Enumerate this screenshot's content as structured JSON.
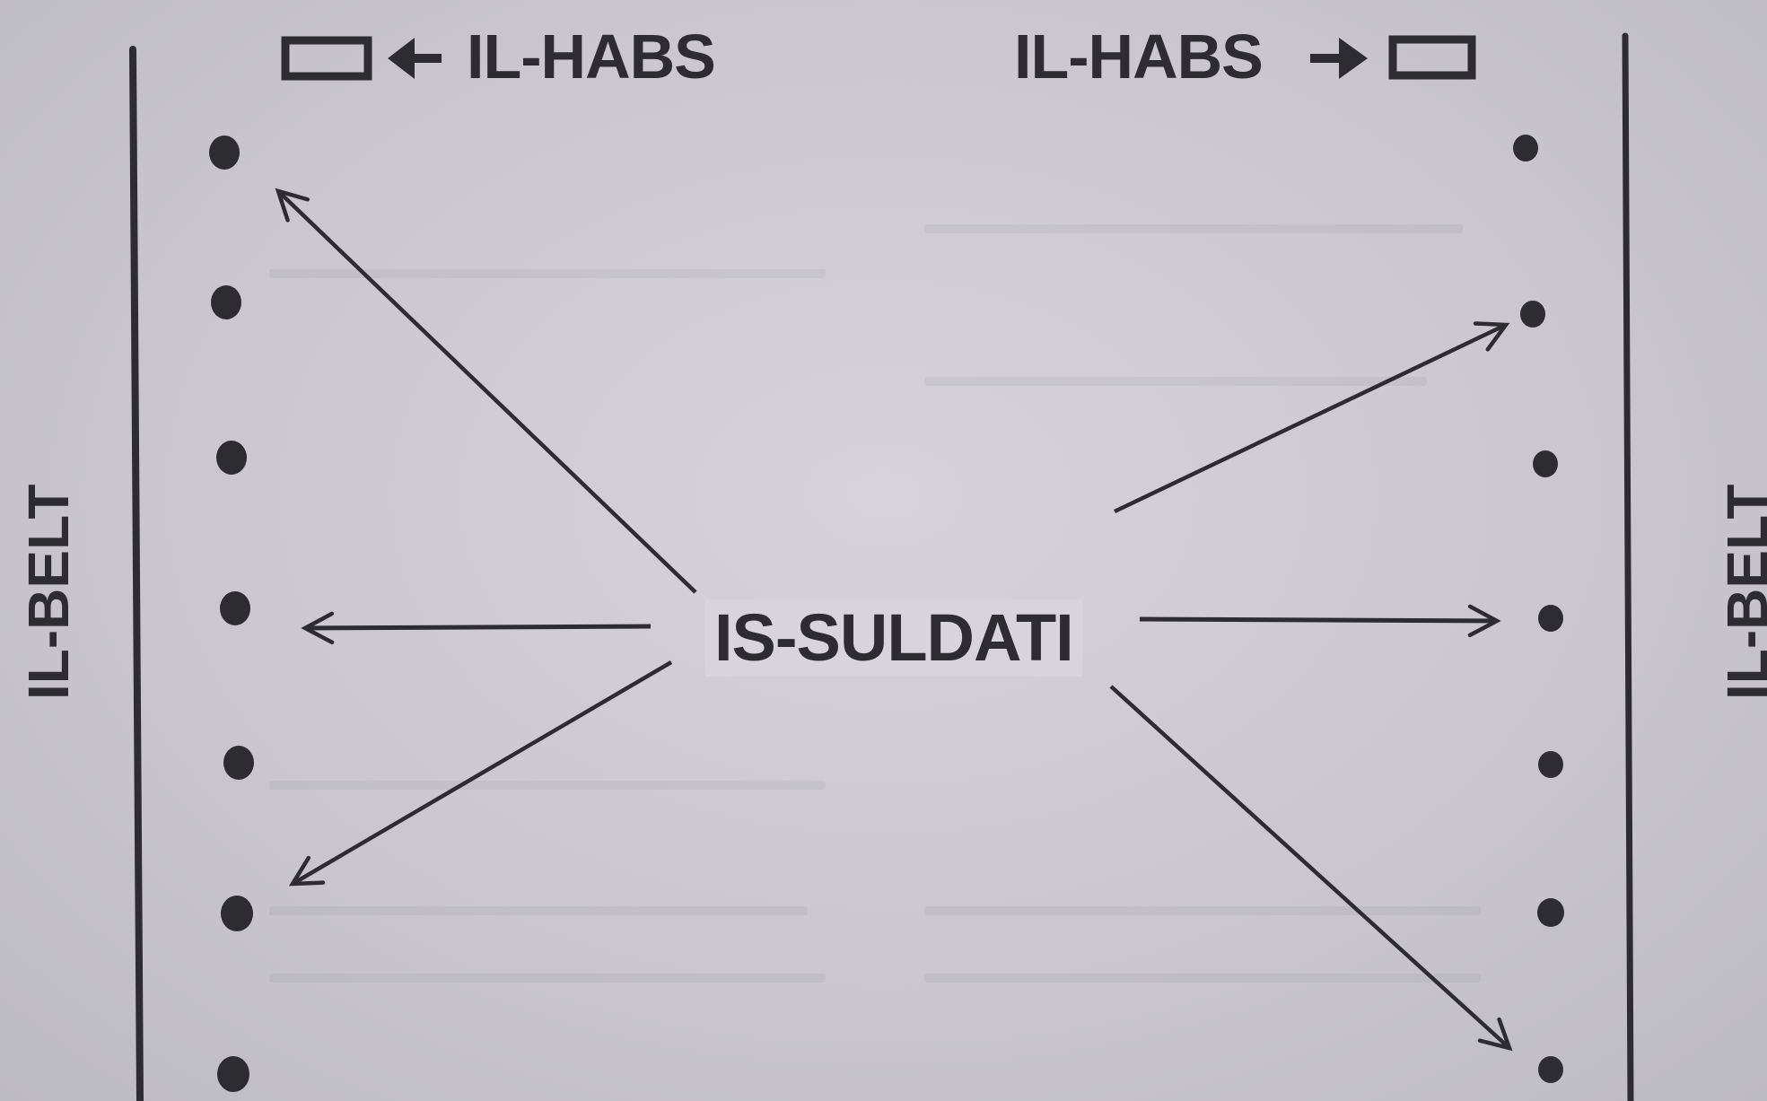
{
  "labels": {
    "top_left": "IL-HABS",
    "top_right": "IL-HABS",
    "left_side": "IL-BELT",
    "right_side": "IL-BELT",
    "center": "IS-SULDATI"
  },
  "icons": {
    "top_left_box": "rectangle-box-icon",
    "top_left_arrow": "arrow-left-icon",
    "top_right_arrow": "arrow-right-icon",
    "top_right_box": "rectangle-box-icon"
  },
  "colors": {
    "ink": "#2d2c31",
    "paper": "#cfcdd3"
  },
  "nodes": {
    "left_dots": 7,
    "right_dots": 7
  },
  "arrows": [
    {
      "from": "center",
      "to": "left-dot-1"
    },
    {
      "from": "center",
      "to": "left-dot-4"
    },
    {
      "from": "center",
      "to": "left-dot-6"
    },
    {
      "from": "center",
      "to": "right-dot-2"
    },
    {
      "from": "center",
      "to": "right-dot-4"
    },
    {
      "from": "center",
      "to": "right-dot-7"
    }
  ]
}
